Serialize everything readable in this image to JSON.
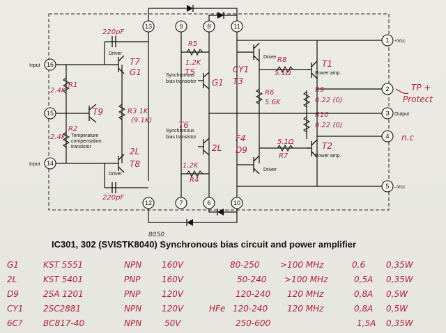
{
  "schematic": {
    "pins": [
      "16",
      "15",
      "14",
      "13",
      "9",
      "8",
      "11",
      "1",
      "2",
      "3",
      "4",
      "5",
      "12",
      "7",
      "6",
      "10"
    ],
    "ports": {
      "input_top": "Input",
      "input_bottom": "Input",
      "vcc_plus": "+Vcc",
      "output": "Output",
      "vcc_minus": "–Vcc"
    },
    "labels": {
      "driver": "Driver",
      "sync_bias": "Synchronous\nbias transistor",
      "temp_comp": "Temperature\ncompensation\ntransistor",
      "power_amp": "Power amp."
    },
    "annotations": {
      "c_top": "220pF",
      "c_bot": "220pF",
      "r5": "R5",
      "r5v": "1.2K",
      "r4": "R4",
      "r4v": "1.2K",
      "t7": "T7",
      "g1a": "G1",
      "t8": "T8",
      "2la": "2L",
      "t5": "T5",
      "g1b": "G1",
      "t6": "T6",
      "2lb": "2L",
      "r1": "R1",
      "r1v": "2.4K",
      "r2": "R2",
      "r2v": "2.4K",
      "t9": "T9",
      "r3": "R3 1K",
      "r3v": "(9.1K)",
      "cy1": "CY1",
      "t3": "T3",
      "r8": "R8",
      "r8v": "5.1Ω",
      "r6": "R6",
      "r6v": "5.6K",
      "t1": "T1",
      "r9": "R9",
      "r9v": "0.22 (0)",
      "r10": "R10",
      "r10v": "0.22 (0)",
      "f4": "F4",
      "d9": "D9",
      "r7v": "5.1Ω",
      "r7": "R7",
      "t2": "T2",
      "tp": "TP +",
      "protect": "Protect",
      "nc": "n.c"
    }
  },
  "over_annotation": "8050",
  "caption": "IC301, 302 (SVISTK8040) Synchronous bias circuit and power amplifier",
  "parts_table": [
    {
      "code": "G1",
      "part": "KST 5551",
      "type": "NPN",
      "v": "160V",
      "hfe": "",
      "gain": "80-250",
      "ft": ">100 MHz",
      "ic": "0,6",
      "p": "0,35W"
    },
    {
      "code": "2L",
      "part": "KST 5401",
      "type": "PNP",
      "v": "160V",
      "hfe": "",
      "gain": "50-240",
      "ft": ">100 MHz",
      "ic": "0,5A",
      "p": "0,35W"
    },
    {
      "code": "D9",
      "part": "2SA 1201",
      "type": "PNP",
      "v": "120V",
      "hfe": "",
      "gain": "120-240",
      "ft": "120 MHz",
      "ic": "0,8A",
      "p": "0,5W"
    },
    {
      "code": "CY1",
      "part": "2SC2881",
      "type": "NPN",
      "v": "120V",
      "hfe": "HFe",
      "gain": "120-240",
      "ft": "120 MHz",
      "ic": "0,8A",
      "p": "0,5W"
    },
    {
      "code": "6C?",
      "part": "BC817-40",
      "type": "NPN",
      "v": "50V",
      "hfe": "",
      "gain": "250-600",
      "ft": "",
      "ic": "1,5A",
      "p": "0,35W"
    }
  ]
}
